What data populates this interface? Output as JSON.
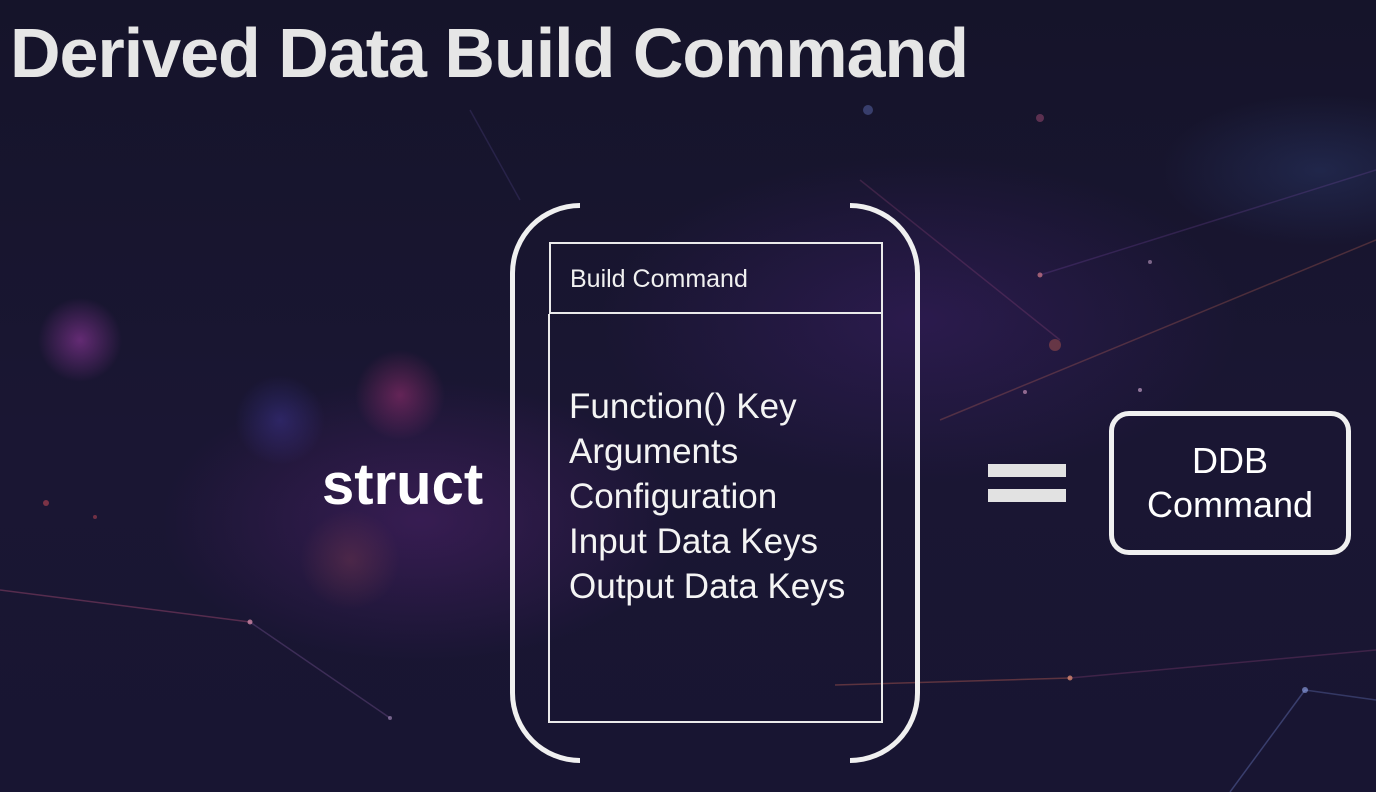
{
  "title": "Derived Data Build Command",
  "struct_label": "struct",
  "build_command": {
    "header": "Build Command",
    "fields": [
      "Function() Key",
      "Arguments",
      "Configuration",
      "Input Data Keys",
      "Output Data Keys"
    ]
  },
  "equals_symbol": "=",
  "result": {
    "line1": "DDB",
    "line2": "Command"
  },
  "colors": {
    "background": "#1a1633",
    "foreground": "#f2f2f2"
  }
}
